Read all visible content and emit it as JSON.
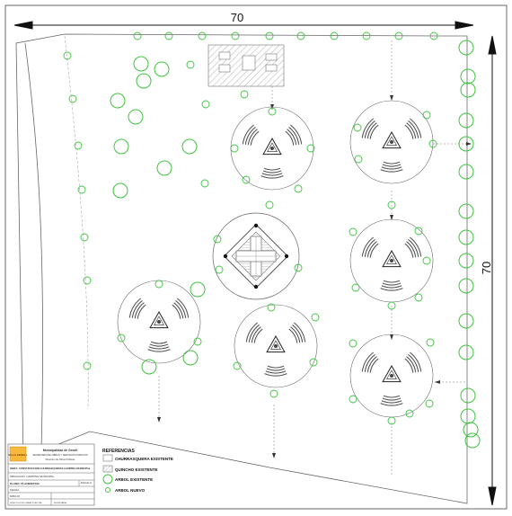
{
  "dimensions": {
    "width_label": "70",
    "height_label": "70"
  },
  "legend": {
    "title": "REFERENCIAS",
    "items": [
      {
        "label": "CHURRASQUERA EXISTENTE",
        "symbol": "plain-box"
      },
      {
        "label": "QUINCHO EXISTENTE",
        "symbol": "hatched-box"
      },
      {
        "label": "ARBOL EXISTENTE",
        "symbol": "large-circle"
      },
      {
        "label": "ARBOL NUEVO",
        "symbol": "small-circle"
      }
    ]
  },
  "title_block": {
    "logo_text": "VILLA GESELL",
    "org_line1": "Municipalidad de Gesell",
    "org_line2": "SECRETARIA DE OBRAS Y SERVICIOS PUBLICOS",
    "org_line3": "Direccion de Obras Publicas",
    "project": "OBRA: CONSTRUCCION CHURRASQUERAS CAMPING MUNICIPAL",
    "location": "UBICACION: CAMPING MUNICIPAL",
    "plan": "PLANO: PLANIMETRIA",
    "scale": "ESCALA",
    "date": "FECHA",
    "drawn": "DIBUJO",
    "signature1": "DIRECCION DE OBRAS PUBLICAS",
    "signature2": "SECRETARIA"
  },
  "colors": {
    "tree": "#3fc43f",
    "line": "#222222",
    "light_line": "#555555",
    "hatch": "#bbbbbb"
  }
}
